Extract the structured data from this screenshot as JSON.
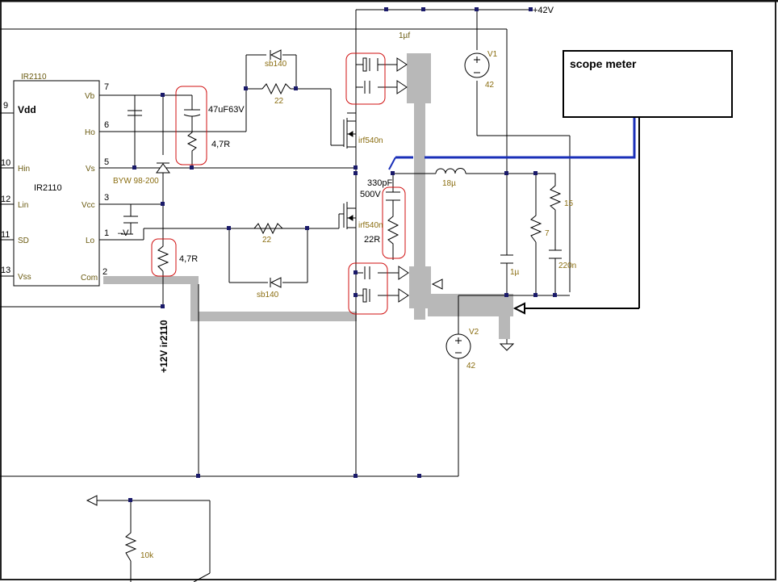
{
  "ic": {
    "name_top": "IR2110",
    "name_mid": "IR2110",
    "pins_left": [
      {
        "num": "9",
        "label": "Vdd"
      },
      {
        "num": "10",
        "label": "Hin"
      },
      {
        "num": "12",
        "label": "Lin"
      },
      {
        "num": "11",
        "label": "SD"
      },
      {
        "num": "13",
        "label": "Vss"
      }
    ],
    "pins_right": [
      {
        "num": "7",
        "label": "Vb"
      },
      {
        "num": "6",
        "label": "Ho"
      },
      {
        "num": "5",
        "label": "Vs"
      },
      {
        "num": "3",
        "label": "Vcc"
      },
      {
        "num": "1",
        "label": "Lo"
      },
      {
        "num": "2",
        "label": "Com"
      }
    ]
  },
  "labels": {
    "supply_top": "+42V",
    "cap_top": "1µf",
    "diode_top": "sb140",
    "res_top": "22",
    "cap_boot": "47uF63V",
    "res_boot": "4,7R",
    "mosfet_high": "irf540n",
    "diode_byw": "BYW 98-200",
    "snubber_cap": "330pF",
    "snubber_volt": "500V",
    "snubber_res": "22R",
    "mosfet_low": "irf540n",
    "res_low": "22",
    "diode_low": "sb140",
    "res_gate_low": "4,7R",
    "supply_12v": "+12V ir2110",
    "vcc_sym": "–V",
    "inductor": "18µ",
    "res_load_a": "15",
    "res_load_b": "7",
    "cap_out": "1µ",
    "cap_220n": "220n",
    "v1_name": "V1",
    "v1_value": "42",
    "v2_name": "V2",
    "v2_value": "42",
    "res_10k": "10k",
    "scope_title": "scope meter"
  }
}
